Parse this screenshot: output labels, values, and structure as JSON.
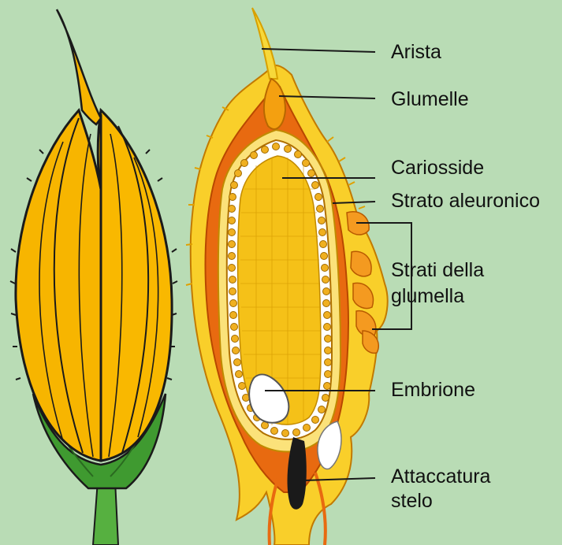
{
  "labels": {
    "arista": "Arista",
    "glumelle": "Glumelle",
    "cariosside": "Cariosside",
    "strato_aleuronico": "Strato aleuronico",
    "strati_glumella_1": "Strati della",
    "strati_glumella_2": "glumella",
    "embrione": "Embrione",
    "attaccatura_1": "Attaccatura",
    "attaccatura_2": "stelo"
  },
  "colors": {
    "background": "#b9dcb5",
    "husk_yellow": "#f7b500",
    "endosperm": "#f5c118",
    "orange_layer": "#e86a10",
    "green_base": "#3f9a30",
    "embryo": "#ffffff",
    "outline": "#1a1a1a"
  }
}
